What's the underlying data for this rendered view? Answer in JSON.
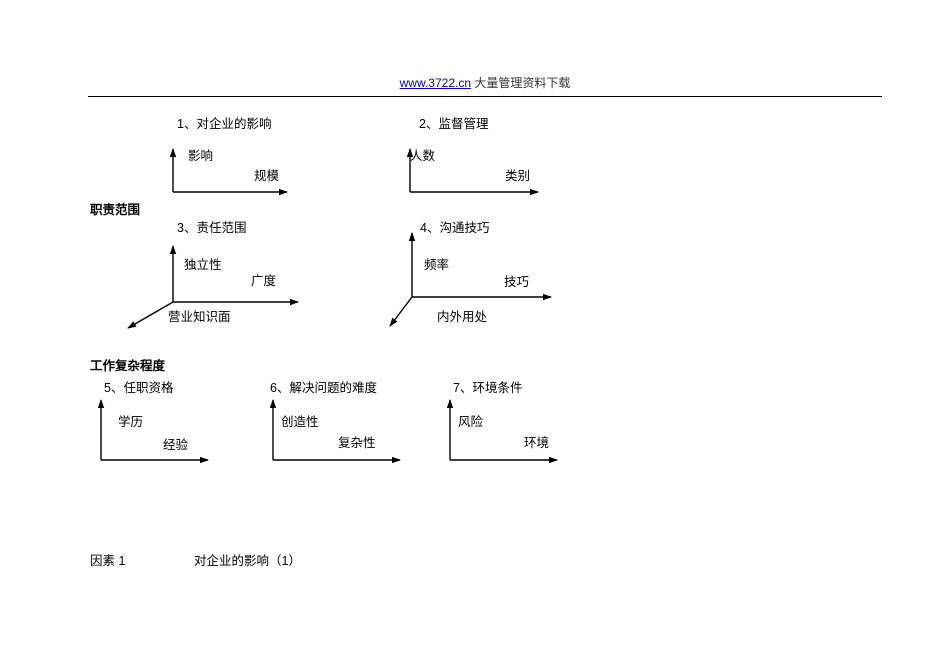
{
  "header": {
    "url": "www.3722.cn",
    "rest": " 大量管理资料下载"
  },
  "sections": [
    {
      "id": "duty-scope",
      "label": "职责范围"
    },
    {
      "id": "work-complexity",
      "label": "工作复杂程度"
    }
  ],
  "diagrams": [
    {
      "title": "1、对企业的影响",
      "y_label": "影响",
      "x_label": "规模",
      "z_label": ""
    },
    {
      "title": "2、监督管理",
      "y_label": "人数",
      "x_label": "类别",
      "z_label": ""
    },
    {
      "title": "3、责任范围",
      "y_label": "独立性",
      "x_label": "广度",
      "z_label": "营业知识面"
    },
    {
      "title": "4、沟通技巧",
      "y_label": "频率",
      "x_label": "技巧",
      "z_label": "内外用处"
    },
    {
      "title": "5、任职资格",
      "y_label": "学历",
      "x_label": "经验",
      "z_label": ""
    },
    {
      "title": "6、解决问题的难度",
      "y_label": "创造性",
      "x_label": "复杂性",
      "z_label": ""
    },
    {
      "title": "7、环境条件",
      "y_label": "风险",
      "x_label": "环境",
      "z_label": ""
    }
  ],
  "footer": {
    "factor_label": "因素 1",
    "factor_title": "对企业的影响（1）"
  }
}
